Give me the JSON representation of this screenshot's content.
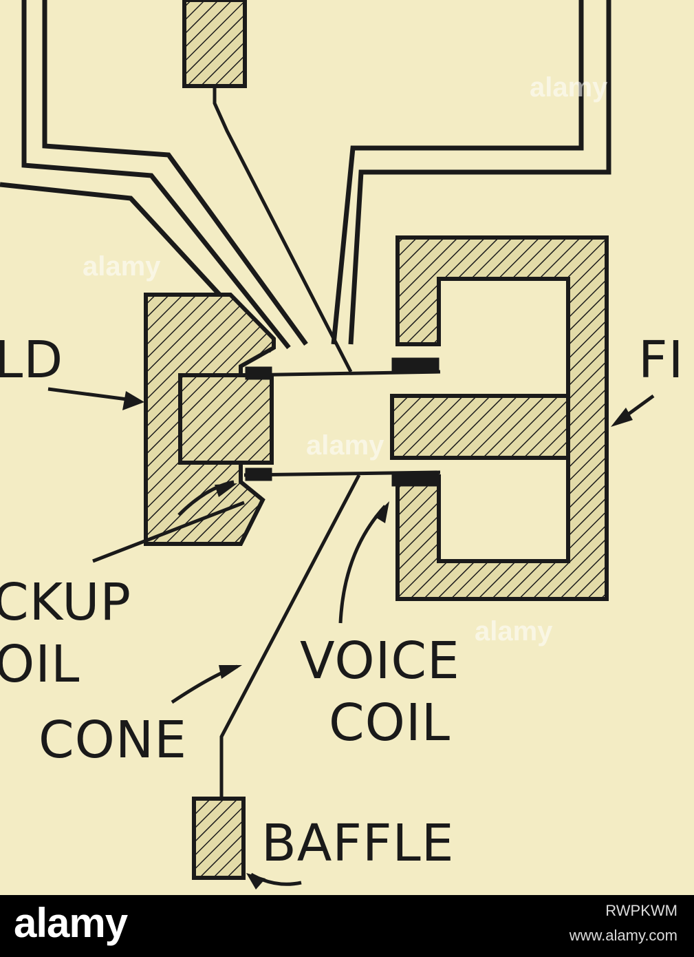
{
  "diagram": {
    "labels": {
      "field_left": "LD",
      "field_right": "FI",
      "pickup_line1": "CKUP",
      "pickup_line2": "OIL",
      "voice_line1": "VOICE",
      "voice_line2": "COIL",
      "cone": "CONE",
      "baffle": "BAFFLE"
    },
    "colors": {
      "background": "#f3ecc4",
      "ink": "#1a1a1a",
      "hatch_fill": "#e3dba8"
    }
  },
  "watermark": {
    "text": "alamy"
  },
  "footer": {
    "logo": "alamy",
    "image_id": "RWPKWM",
    "url": "www.alamy.com"
  }
}
